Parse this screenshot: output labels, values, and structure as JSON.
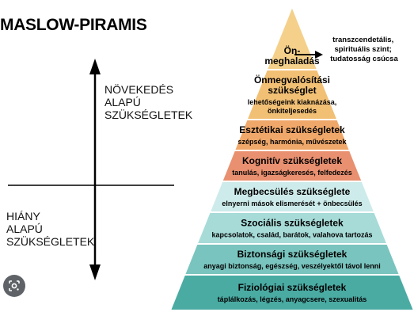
{
  "title": "MASLOW-PIRAMIS",
  "side_labels": {
    "growth": [
      "NÖVEKEDÉS",
      "ALAPÚ",
      "SZÜKSÉGLETEK"
    ],
    "deficit": [
      "HIÁNY",
      "ALAPÚ",
      "SZÜKSÉGLETEK"
    ]
  },
  "annotation": [
    "transzcendetális,",
    "spirituális szint;",
    "tudatosság csúcsa"
  ],
  "tiers": [
    {
      "title": [
        "Ön-",
        "meghaladás"
      ],
      "subtitle": [],
      "color": "#f4d08a"
    },
    {
      "title": [
        "Önmegvalósítási",
        "szükséglet"
      ],
      "subtitle": [
        "lehetőségeink kiaknázása,",
        "önkiteljesedés"
      ],
      "color": "#f2c075"
    },
    {
      "title": [
        "Esztétikai szükségletek"
      ],
      "subtitle": [
        "szépség, harmónia, művészetek"
      ],
      "color": "#f0a86a"
    },
    {
      "title": [
        "Kognitív szükségletek"
      ],
      "subtitle": [
        "tanulás, igazságkeresés, felfedezés"
      ],
      "color": "#e99070"
    },
    {
      "title": [
        "Megbecsülés szükséglete"
      ],
      "subtitle": [
        "elnyerni mások elismerését + önbecsülés"
      ],
      "color": "#cdebea"
    },
    {
      "title": [
        "Szociális szükségletek"
      ],
      "subtitle": [
        "kapcsolatok, család, barátok, valahova tartozás"
      ],
      "color": "#a6dbd8"
    },
    {
      "title": [
        "Biztonsági szükségletek"
      ],
      "subtitle": [
        "anyagi biztonság, egészség, veszélyektől távol lenni"
      ],
      "color": "#79c4be"
    },
    {
      "title": [
        "Fiziológiai szükségletek"
      ],
      "subtitle": [
        "táplálkozás, légzés, anyagcsere, szexualitás"
      ],
      "color": "#4aaba3"
    }
  ],
  "lens_icon": "google-lens-icon"
}
